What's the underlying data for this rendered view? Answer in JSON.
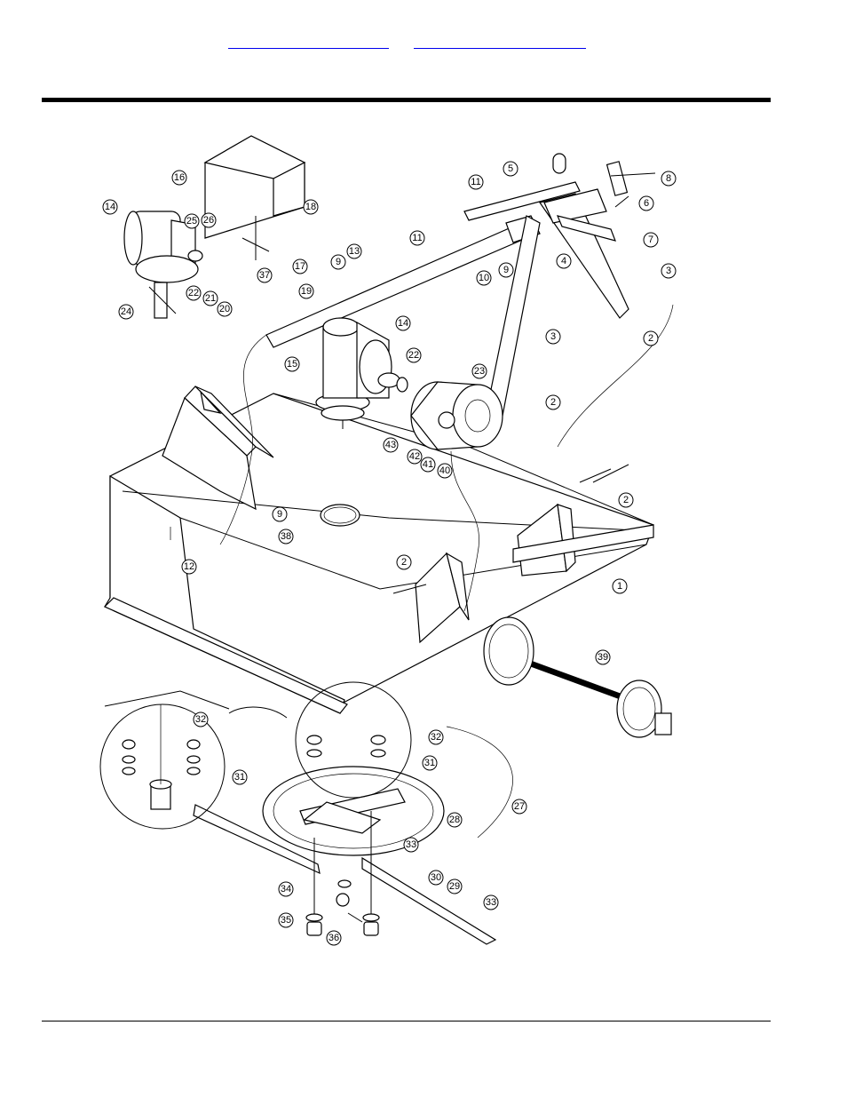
{
  "nav": {
    "link1": "",
    "link2": ""
  },
  "diagram": {
    "callouts": [
      {
        "id": "c1",
        "label": "1"
      },
      {
        "id": "c2a",
        "label": "2"
      },
      {
        "id": "c2b",
        "label": "2"
      },
      {
        "id": "c2c",
        "label": "2"
      },
      {
        "id": "c2d",
        "label": "2"
      },
      {
        "id": "c3a",
        "label": "3"
      },
      {
        "id": "c3b",
        "label": "3"
      },
      {
        "id": "c4",
        "label": "4"
      },
      {
        "id": "c5",
        "label": "5"
      },
      {
        "id": "c6",
        "label": "6"
      },
      {
        "id": "c7",
        "label": "7"
      },
      {
        "id": "c8",
        "label": "8"
      },
      {
        "id": "c9a",
        "label": "9"
      },
      {
        "id": "c9b",
        "label": "9"
      },
      {
        "id": "c9c",
        "label": "9"
      },
      {
        "id": "c10",
        "label": "10"
      },
      {
        "id": "c11a",
        "label": "11"
      },
      {
        "id": "c11b",
        "label": "11"
      },
      {
        "id": "c12",
        "label": "12"
      },
      {
        "id": "c13",
        "label": "13"
      },
      {
        "id": "c14a",
        "label": "14"
      },
      {
        "id": "c14b",
        "label": "14"
      },
      {
        "id": "c15",
        "label": "15"
      },
      {
        "id": "c16",
        "label": "16"
      },
      {
        "id": "c17",
        "label": "17"
      },
      {
        "id": "c18",
        "label": "18"
      },
      {
        "id": "c19",
        "label": "19"
      },
      {
        "id": "c20",
        "label": "20"
      },
      {
        "id": "c21",
        "label": "21"
      },
      {
        "id": "c22a",
        "label": "22"
      },
      {
        "id": "c22b",
        "label": "22"
      },
      {
        "id": "c23",
        "label": "23"
      },
      {
        "id": "c24",
        "label": "24"
      },
      {
        "id": "c25",
        "label": "25"
      },
      {
        "id": "c26",
        "label": "26"
      },
      {
        "id": "c27",
        "label": "27"
      },
      {
        "id": "c28",
        "label": "28"
      },
      {
        "id": "c29",
        "label": "29"
      },
      {
        "id": "c30",
        "label": "30"
      },
      {
        "id": "c31a",
        "label": "31"
      },
      {
        "id": "c31b",
        "label": "31"
      },
      {
        "id": "c32a",
        "label": "32"
      },
      {
        "id": "c32b",
        "label": "32"
      },
      {
        "id": "c33a",
        "label": "33"
      },
      {
        "id": "c33b",
        "label": "33"
      },
      {
        "id": "c34",
        "label": "34"
      },
      {
        "id": "c35",
        "label": "35"
      },
      {
        "id": "c36",
        "label": "36"
      },
      {
        "id": "c37",
        "label": "37"
      },
      {
        "id": "c38",
        "label": "38"
      },
      {
        "id": "c39",
        "label": "39"
      },
      {
        "id": "c40",
        "label": "40"
      },
      {
        "id": "c41",
        "label": "41"
      },
      {
        "id": "c42",
        "label": "42"
      },
      {
        "id": "c43",
        "label": "43"
      }
    ]
  }
}
